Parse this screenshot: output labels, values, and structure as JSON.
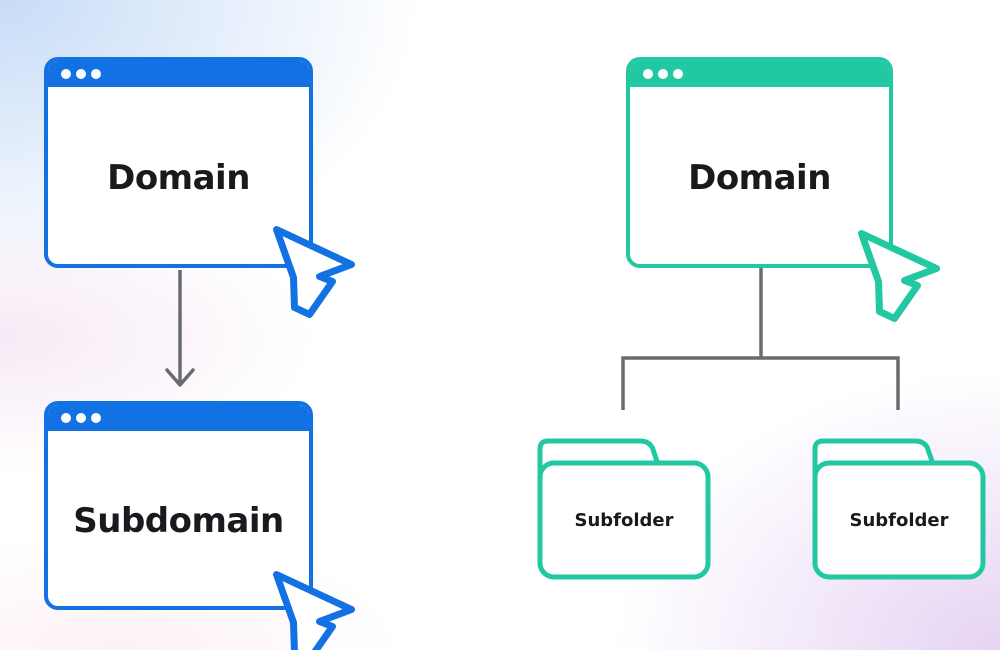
{
  "colors": {
    "blue": "#1271e3",
    "teal": "#21c8a2",
    "connector_gray": "#686b70",
    "text": "#191a1e",
    "window_bg": "#ffffff",
    "bg_top_left": "#c7dcf7",
    "bg_left_pink": "#f6e8f5",
    "bg_bottom_right": "#e5d3f3"
  },
  "left_diagram": {
    "domain_window": {
      "label": "Domain"
    },
    "subdomain_window": {
      "label": "Subdomain"
    }
  },
  "right_diagram": {
    "domain_window": {
      "label": "Domain"
    },
    "subfolders": [
      {
        "label": "Subfolder"
      },
      {
        "label": "Subfolder"
      }
    ]
  },
  "icons": {
    "window_dots": "browser-traffic-dots",
    "cursor": "mouse-pointer-arrow",
    "down_arrow": "arrow-down-connector",
    "tree": "branch-connector",
    "folder": "folder-shape"
  }
}
